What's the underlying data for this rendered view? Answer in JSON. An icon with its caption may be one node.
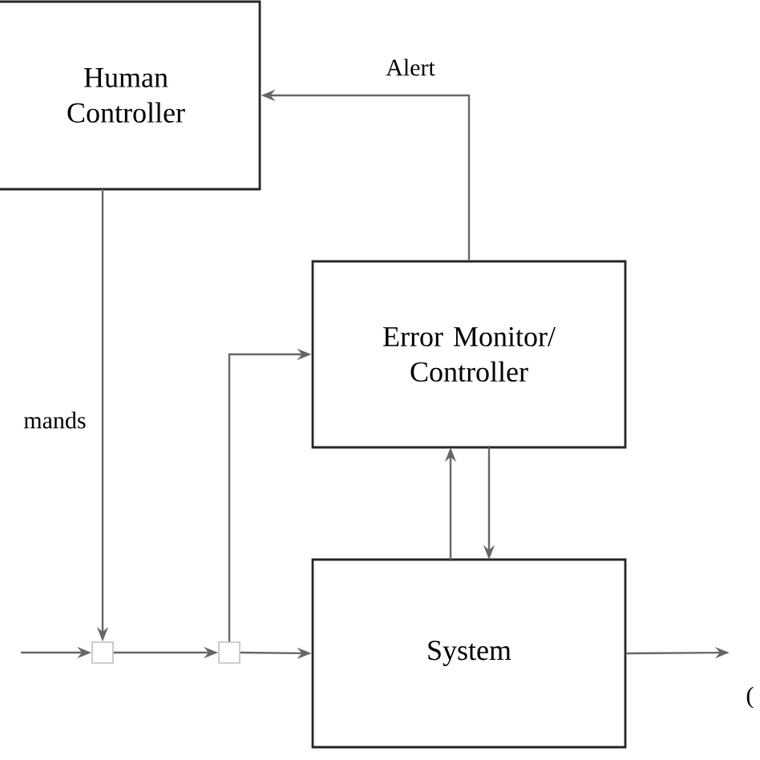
{
  "diagram": {
    "nodes": [
      {
        "text": [
          "Human Controller"
        ]
      },
      {
        "text": [
          "Error Monitor/ Controller"
        ]
      },
      {
        "text": [
          "System"
        ]
      },
      {
        "text": [],
        "shape": "box"
      },
      {
        "text": [],
        "shape": "box"
      }
    ],
    "edges": [
      {
        "from": null,
        "to": 3,
        "arrow": "to"
      },
      {
        "from": 0,
        "to": 3,
        "arrow": "to",
        "label": "mands"
      },
      {
        "from": 3,
        "to": 4,
        "arrow": "to"
      },
      {
        "from": 4,
        "to": 1,
        "arrow": "to"
      },
      {
        "from": 4,
        "to": 2,
        "arrow": "to"
      },
      {
        "from": 2,
        "to": 1,
        "arrow": "to"
      },
      {
        "from": 1,
        "to": 2,
        "arrow": "to"
      },
      {
        "from": 1,
        "to": 0,
        "arrow": "to",
        "label": "Alert"
      },
      {
        "from": 2,
        "to": null,
        "arrow": "to"
      }
    ],
    "labels": [
      "("
    ]
  }
}
